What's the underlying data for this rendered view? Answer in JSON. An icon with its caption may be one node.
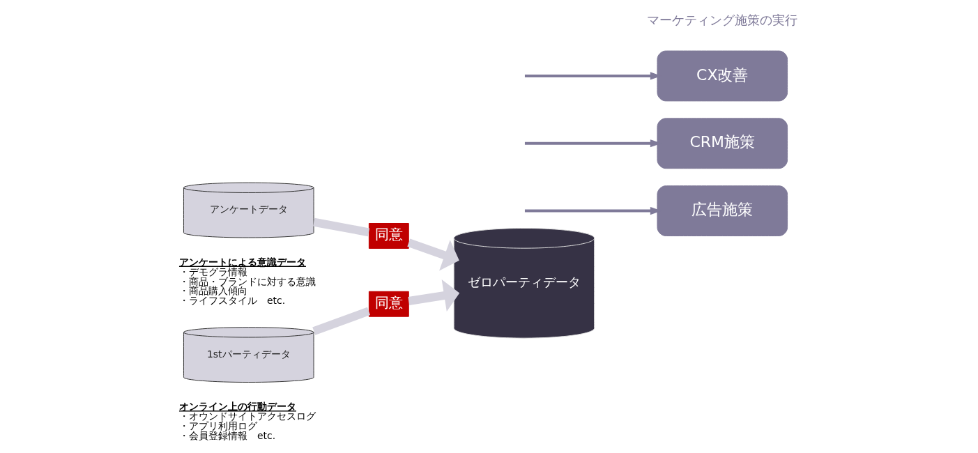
{
  "diagram": {
    "nodes": [
      {
        "text": [
          "アンケートデータ"
        ],
        "beside": [
          "アンケートによる意識データ",
          "・デモグラ情報",
          "・商品・ブランドに対する意識",
          "・商品購入傾向",
          "・ライフスタイル　etc."
        ]
      },
      {
        "text": [
          "同意"
        ]
      },
      {
        "text": [
          "1stパーティデータ"
        ],
        "beside": [
          "オンライン上の行動データ",
          "・オウンドサイトアクセスログ",
          "・アプリ利用ログ",
          "・会員登録情報　etc."
        ]
      },
      {
        "text": [
          "同意"
        ]
      },
      {
        "text": [
          "ゼロパーティデータ"
        ]
      },
      {
        "text": [
          "CX改善"
        ]
      },
      {
        "text": [
          "CRM施策"
        ]
      },
      {
        "text": [
          "広告施策"
        ]
      }
    ],
    "edges": [
      {
        "from": 0,
        "to": 1,
        "arrow": "none",
        "color": "#d5d3de"
      },
      {
        "from": 1,
        "to": 4,
        "arrow": "to",
        "color": "#d5d3de"
      },
      {
        "from": 2,
        "to": 3,
        "arrow": "none",
        "color": "#d5d3de"
      },
      {
        "from": 3,
        "to": 4,
        "arrow": "to",
        "color": "#d5d3de"
      },
      {
        "from": null,
        "to": 5,
        "arrow": "to"
      },
      {
        "from": null,
        "to": 6,
        "arrow": "to"
      },
      {
        "from": null,
        "to": 7,
        "arrow": "to"
      }
    ],
    "labels": [
      "マーケティング施策の実行"
    ]
  }
}
